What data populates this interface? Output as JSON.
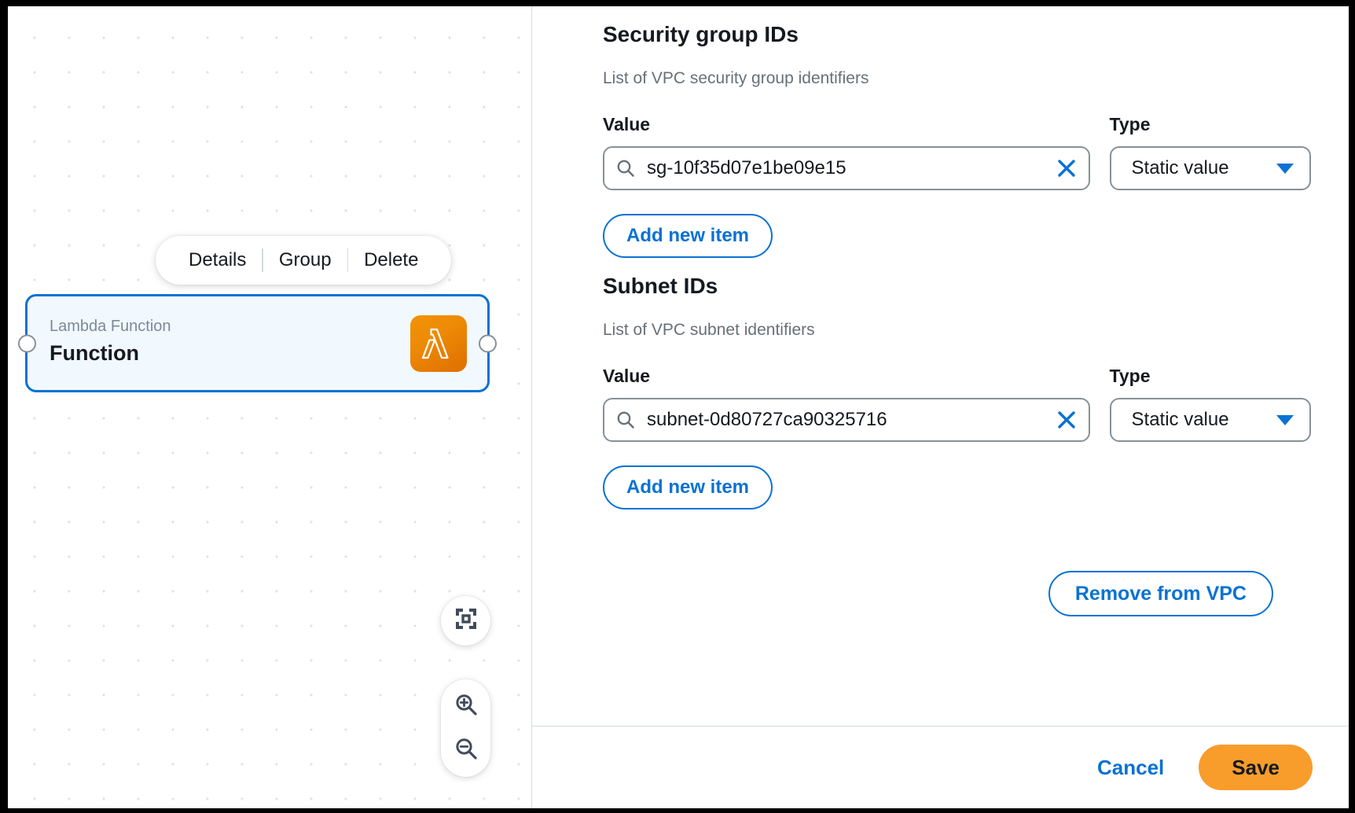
{
  "canvas": {
    "context_menu": {
      "items": [
        {
          "label": "Details"
        },
        {
          "label": "Group"
        },
        {
          "label": "Delete"
        }
      ]
    },
    "node": {
      "subtitle": "Lambda Function",
      "title": "Function",
      "icon": "aws-lambda-icon",
      "icon_color": "#ed8b05",
      "border_color": "#0972d3",
      "fill_color": "#f1f8fe"
    },
    "controls": {
      "fit_to_screen": "fit-to-screen-icon",
      "zoom_in": "zoom-in-icon",
      "zoom_out": "zoom-out-icon"
    }
  },
  "panel": {
    "sections": [
      {
        "title": "Security group IDs",
        "description": "List of VPC security group identifiers",
        "value_label": "Value",
        "type_label": "Type",
        "value": "sg-10f35d07e1be09e15",
        "type_value": "Static value",
        "add_label": "Add new item"
      },
      {
        "title": "Subnet IDs",
        "description": "List of VPC subnet identifiers",
        "value_label": "Value",
        "type_label": "Type",
        "value": "subnet-0d80727ca90325716",
        "type_value": "Static value",
        "add_label": "Add new item"
      }
    ],
    "remove_label": "Remove from VPC",
    "footer": {
      "cancel_label": "Cancel",
      "save_label": "Save"
    }
  },
  "colors": {
    "accent_blue": "#0972d3",
    "save_orange": "#f89d2b",
    "border_gray": "#879196",
    "muted_text": "#687078"
  }
}
